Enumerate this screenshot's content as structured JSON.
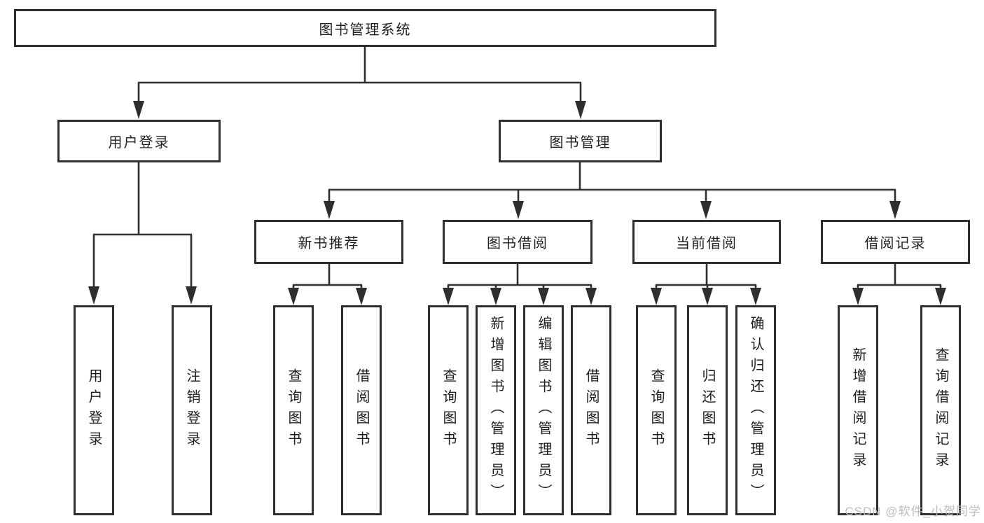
{
  "page": {
    "background": "#ffffff",
    "line_color": "#2e2e2e",
    "text_color": "#1f1f1f",
    "watermark_color": "#bdbdbd"
  },
  "watermark": {
    "text": "CSDN @软件_小贺同学"
  },
  "tree": {
    "root": {
      "label": "图书管理系统",
      "children": [
        {
          "label": "用户登录",
          "children": [
            {
              "label": "用户登录"
            },
            {
              "label": "注销登录"
            }
          ]
        },
        {
          "label": "图书管理",
          "children": [
            {
              "label": "新书推荐",
              "children": [
                {
                  "label": "查询图书"
                },
                {
                  "label": "借阅图书"
                }
              ]
            },
            {
              "label": "图书借阅",
              "children": [
                {
                  "label": "查询图书"
                },
                {
                  "label": "新增图书（管理员）"
                },
                {
                  "label": "编辑图书（管理员）"
                },
                {
                  "label": "借阅图书"
                }
              ]
            },
            {
              "label": "当前借阅",
              "children": [
                {
                  "label": "查询图书"
                },
                {
                  "label": "归还图书"
                },
                {
                  "label": "确认归还（管理员）"
                }
              ]
            },
            {
              "label": "借阅记录",
              "children": [
                {
                  "label": "新增借阅记录"
                },
                {
                  "label": "查询借阅记录"
                }
              ]
            }
          ]
        }
      ]
    }
  }
}
